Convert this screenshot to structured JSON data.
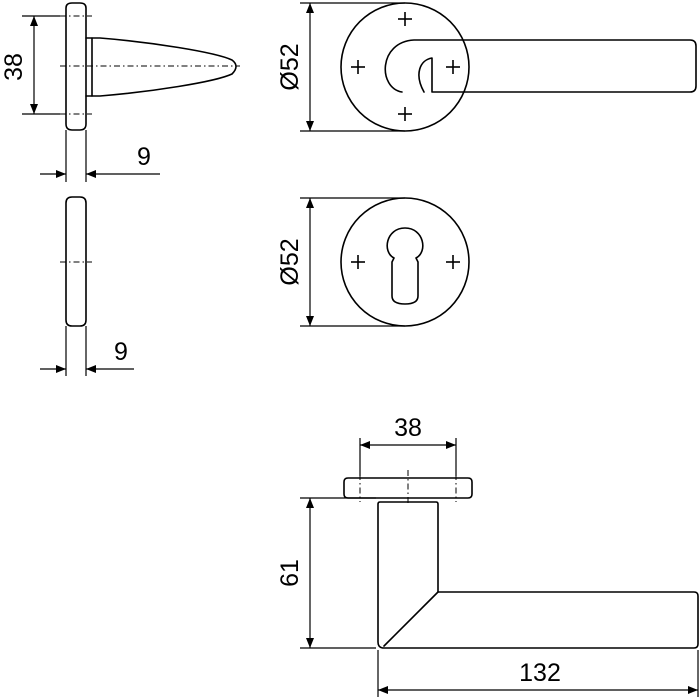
{
  "dimensions": {
    "rose_height": "38",
    "rose_thickness_top": "9",
    "escutcheon_thickness": "9",
    "rose_diameter": "Ø52",
    "escutcheon_diameter": "Ø52",
    "lever_rose_width": "38",
    "lever_height": "61",
    "lever_length": "132"
  }
}
